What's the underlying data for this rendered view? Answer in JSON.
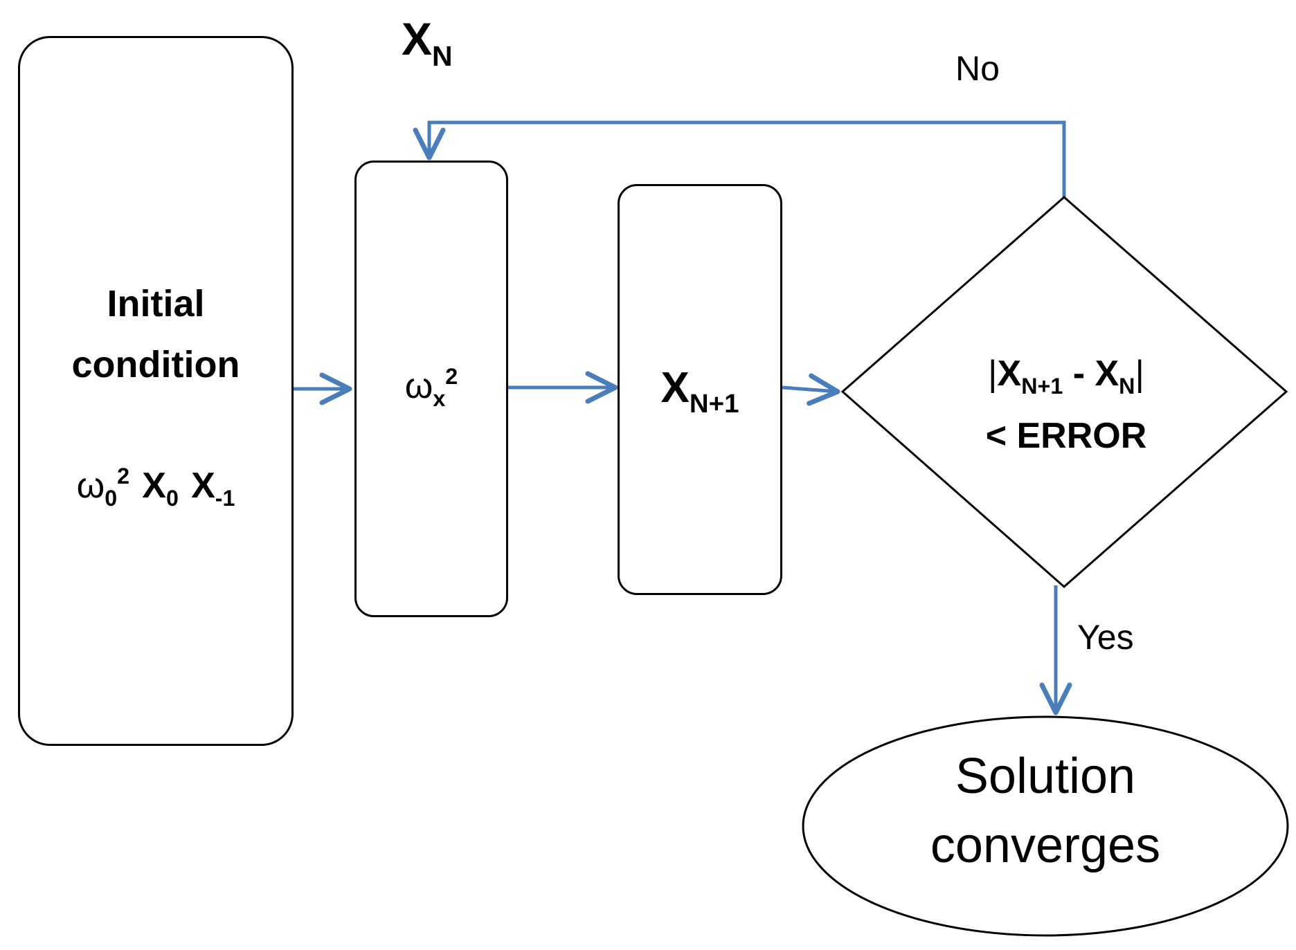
{
  "theme": {
    "arrow_color": "#4a7ebb",
    "stroke_color": "#000000",
    "background": "#ffffff"
  },
  "top_label": {
    "main": "X",
    "sub": "N"
  },
  "initial_box": {
    "line1": "Initial",
    "line2": "condition",
    "omega": "ω",
    "omega_sub": "0",
    "omega_sup": "2",
    "x0": "X",
    "x0_sub": "0",
    "xm1": "X",
    "xm1_sub": "-1"
  },
  "omega_box": {
    "omega": "ω",
    "sub": "x",
    "sup": "2"
  },
  "next_box": {
    "main": "X",
    "sub": "N+1"
  },
  "decision": {
    "bar_left": "|",
    "x1": "X",
    "x1_sub": "N+1",
    "minus": " - ",
    "x2": "X",
    "x2_sub": "N",
    "bar_right": "|",
    "line2": "< ERROR"
  },
  "branch_no": "No",
  "branch_yes": "Yes",
  "terminal": {
    "line1": "Solution",
    "line2": "converges"
  }
}
